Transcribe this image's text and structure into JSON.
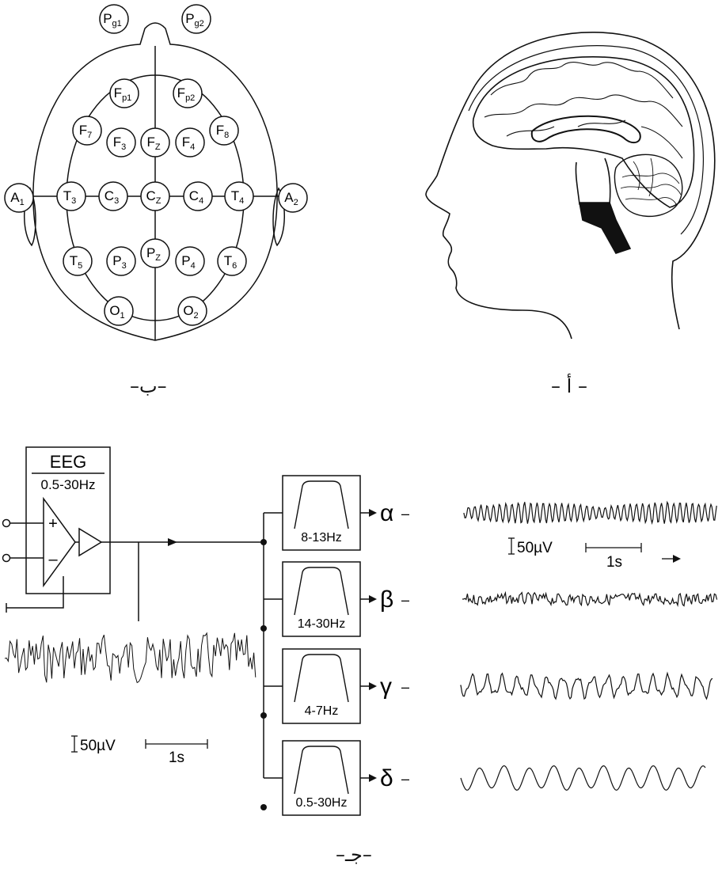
{
  "captions": {
    "a": "– أ –",
    "b": "–ب–",
    "c": "–جـ–"
  },
  "electrodes": [
    {
      "id": "pg1",
      "base": "P",
      "sub": "g1"
    },
    {
      "id": "pg2",
      "base": "P",
      "sub": "g2"
    },
    {
      "id": "fp1",
      "base": "F",
      "sub": "p1"
    },
    {
      "id": "fp2",
      "base": "F",
      "sub": "p2"
    },
    {
      "id": "f7",
      "base": "F",
      "sub": "7"
    },
    {
      "id": "f3",
      "base": "F",
      "sub": "3"
    },
    {
      "id": "fz",
      "base": "F",
      "sub": "Z"
    },
    {
      "id": "f4",
      "base": "F",
      "sub": "4"
    },
    {
      "id": "f8",
      "base": "F",
      "sub": "8"
    },
    {
      "id": "a1",
      "base": "A",
      "sub": "1"
    },
    {
      "id": "t3",
      "base": "T",
      "sub": "3"
    },
    {
      "id": "c3",
      "base": "C",
      "sub": "3"
    },
    {
      "id": "cz",
      "base": "C",
      "sub": "Z"
    },
    {
      "id": "c4",
      "base": "C",
      "sub": "4"
    },
    {
      "id": "t4",
      "base": "T",
      "sub": "4"
    },
    {
      "id": "a2",
      "base": "A",
      "sub": "2"
    },
    {
      "id": "t5",
      "base": "T",
      "sub": "5"
    },
    {
      "id": "p3",
      "base": "P",
      "sub": "3"
    },
    {
      "id": "pz",
      "base": "P",
      "sub": "Z"
    },
    {
      "id": "p4",
      "base": "P",
      "sub": "4"
    },
    {
      "id": "t6",
      "base": "T",
      "sub": "6"
    },
    {
      "id": "o1",
      "base": "O",
      "sub": "1"
    },
    {
      "id": "o2",
      "base": "O",
      "sub": "2"
    }
  ],
  "amplifier": {
    "title": "EEG",
    "range": "0.5-30Hz",
    "plus": "+",
    "minus": "–"
  },
  "filters": [
    {
      "band": "8-13Hz",
      "symbol": "α"
    },
    {
      "band": "14-30Hz",
      "symbol": "β"
    },
    {
      "band": "4-7Hz",
      "symbol": "γ"
    },
    {
      "band": "0.5-30Hz",
      "symbol": "δ"
    }
  ],
  "dash": "–",
  "scales": {
    "main": {
      "amplitude": "50µV",
      "time": "1s"
    },
    "alpha": {
      "amplitude": "50µV",
      "time": "1s"
    }
  },
  "colors": {
    "ink": "#111111",
    "background": "#ffffff"
  }
}
